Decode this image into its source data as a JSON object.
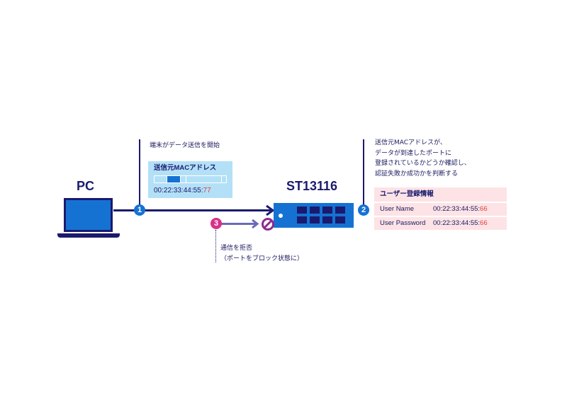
{
  "pc_label": "PC",
  "switch_label": "ST13116",
  "step1": {
    "number": "1",
    "text": "端末がデータ送信を開始"
  },
  "mac_box": {
    "title": "送信元MACアドレス",
    "mac_prefix": "00:22:33:44:55:",
    "mac_suffix": "77"
  },
  "step2": {
    "number": "2",
    "lines": [
      "送信元MACアドレスが、",
      "データが到達したポートに",
      "登録されているかどうか確認し、",
      "認証失敗か成功かを判断する"
    ]
  },
  "user_table": {
    "title": "ユーザー登録情報",
    "rows": [
      {
        "label": "User Name",
        "prefix": "00:22:33:44:55:",
        "suffix": "66"
      },
      {
        "label": "User Password",
        "prefix": "00:22:33:44:55:",
        "suffix": "66"
      }
    ]
  },
  "step3": {
    "number": "3",
    "lines": [
      "通信を拒否",
      "（ポートをブロック状態に）"
    ]
  },
  "colors": {
    "navy": "#1a1a6e",
    "blue": "#1572d3",
    "magenta": "#d8308a",
    "block": "#8e2a8e",
    "arrow3": "#6a6ab8",
    "mac_bg": "#b3e0f7",
    "table_bg": "#fde3e6",
    "red": "#e0403a"
  }
}
